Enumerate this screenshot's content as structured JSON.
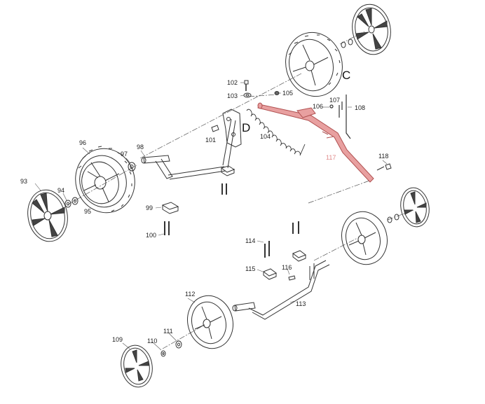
{
  "callouts": {
    "c93": "93",
    "c94": "94",
    "c95": "95",
    "c96": "96",
    "c97": "97",
    "c98": "98",
    "c99": "99",
    "c100": "100",
    "c101": "101",
    "c102": "102",
    "c103": "103",
    "c104": "104",
    "c105": "105",
    "c106": "106",
    "c107": "107",
    "c108": "108",
    "c109": "109",
    "c110": "110",
    "c111": "111",
    "c112": "112",
    "c113": "113",
    "c114": "114",
    "c115": "115",
    "c116": "116",
    "c117": "117",
    "c118": "118"
  },
  "section_labels": {
    "c": "C",
    "d": "D"
  },
  "colors": {
    "highlight_part": "#e8a0a0",
    "highlight_stroke": "#b05050",
    "line": "#333333",
    "highlight_label": "#e08a8a"
  }
}
